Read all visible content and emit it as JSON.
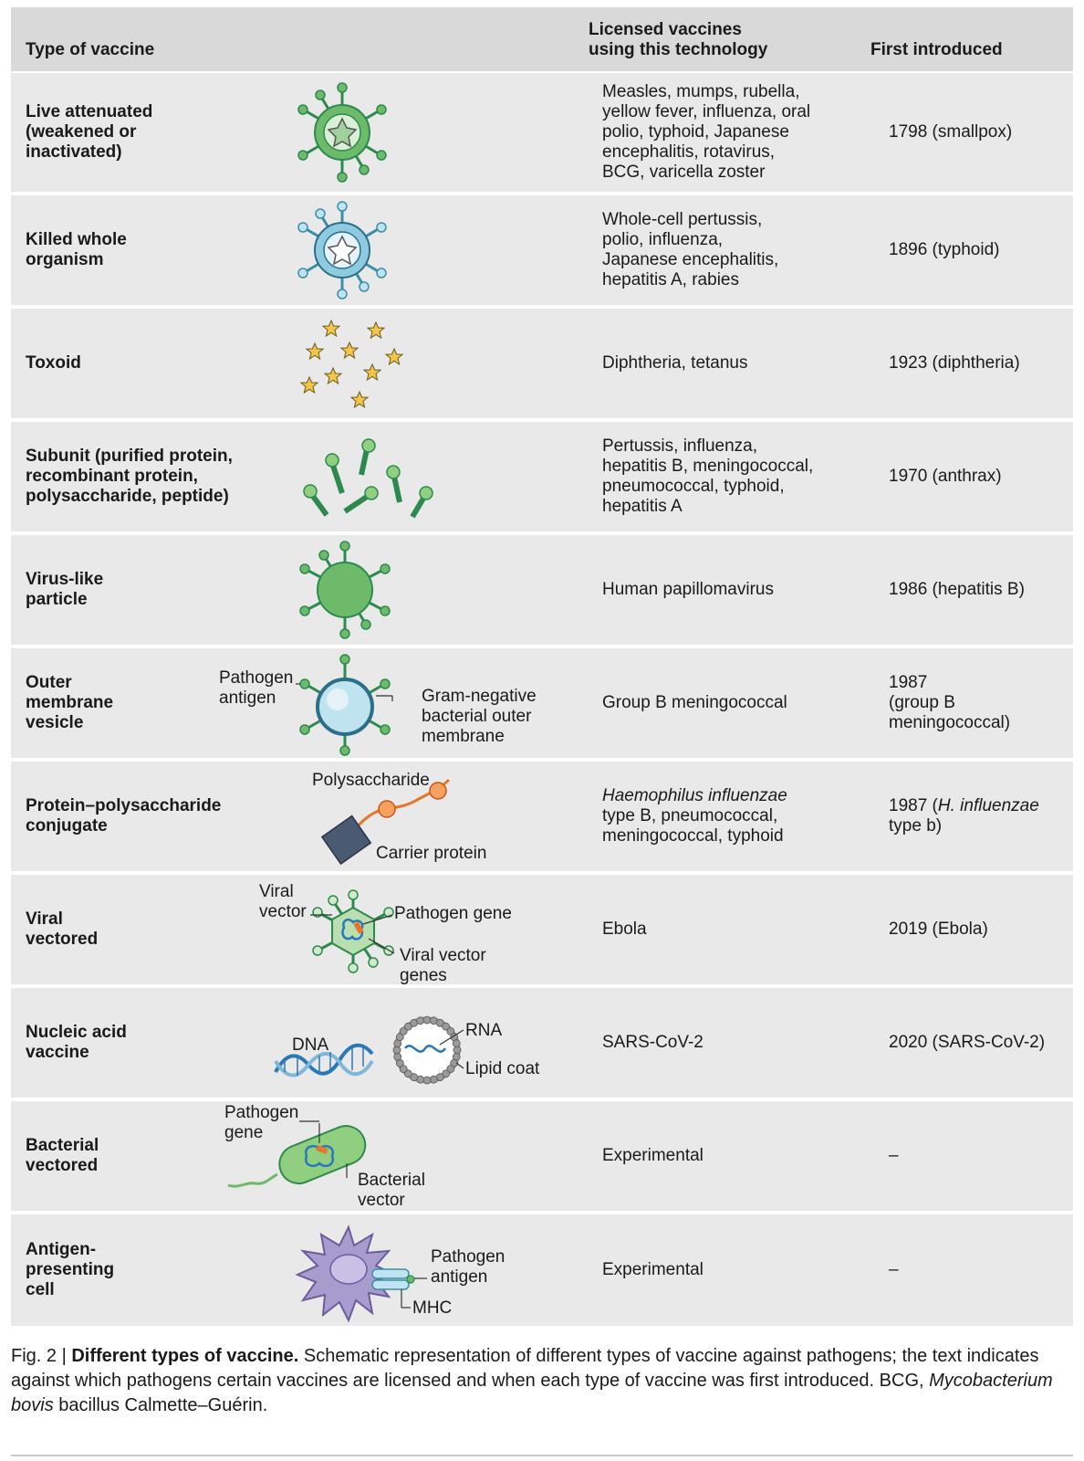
{
  "header": {
    "col_type": "Type of vaccine",
    "col_licensed": "Licensed vaccines\nusing this technology",
    "col_first": "First introduced"
  },
  "rows": [
    {
      "type": "Live attenuated\n(weakened or\ninactivated)",
      "licensed": "Measles, mumps, rubella,\nyellow fever, influenza, oral\npolio, typhoid, Japanese\nencephalitis, rotavirus,\nBCG, varicella zoster",
      "first": "1798 (smallpox)"
    },
    {
      "type": "Killed whole\norganism",
      "licensed": "Whole-cell pertussis,\npolio, influenza,\nJapanese encephalitis,\nhepatitis A, rabies",
      "first": "1896 (typhoid)"
    },
    {
      "type": "Toxoid",
      "licensed": "Diphtheria, tetanus",
      "first": "1923 (diphtheria)"
    },
    {
      "type": "Subunit (purified protein,\nrecombinant protein,\npolysaccharide, peptide)",
      "licensed": "Pertussis, influenza,\nhepatitis B, meningococcal,\npneumococcal, typhoid,\nhepatitis A",
      "first": "1970 (anthrax)"
    },
    {
      "type": "Virus-like\nparticle",
      "licensed": "Human papillomavirus",
      "first": "1986 (hepatitis B)"
    },
    {
      "type": "Outer\nmembrane\nvesicle",
      "licensed": "Group B meningococcal",
      "first": "1987\n(group B\nmeningococcal)"
    },
    {
      "type": "Protein–polysaccharide\nconjugate",
      "licensed_italic": "Haemophilus influenzae",
      "licensed": "type B, pneumococcal,\nmeningococcal, typhoid",
      "first_pre": "1987 (",
      "first_italic": "H. influenzae",
      "first_post": "\ntype b)"
    },
    {
      "type": "Viral\nvectored",
      "licensed": "Ebola",
      "first": "2019 (Ebola)"
    },
    {
      "type": "Nucleic acid\nvaccine",
      "licensed": "SARS-CoV-2",
      "first": "2020 (SARS-CoV-2)"
    },
    {
      "type": "Bacterial\nvectored",
      "licensed": "Experimental",
      "first": "–"
    },
    {
      "type": "Antigen-\npresenting\ncell",
      "licensed": "Experimental",
      "first": "–"
    }
  ],
  "figure_labels": {
    "omv_pathogen_antigen": "Pathogen\nantigen",
    "omv_membrane": "Gram-negative\nbacterial outer\nmembrane",
    "conj_polysaccharide": "Polysaccharide",
    "conj_carrier": "Carrier protein",
    "viral_vector": "Viral\nvector",
    "viral_pathogen_gene": "Pathogen gene",
    "viral_vector_genes": "Viral vector\ngenes",
    "na_dna": "DNA",
    "na_rna": "RNA",
    "na_lipid": "Lipid coat",
    "bact_pathogen_gene": "Pathogen\ngene",
    "bact_vector": "Bacterial\nvector",
    "apc_pathogen_antigen": "Pathogen\nantigen",
    "apc_mhc": "MHC"
  },
  "caption": {
    "prefix": "Fig. 2 | ",
    "title": "Different types of vaccine.",
    "text1": " Schematic representation of different types of vaccine against pathogens; the text indicates against which pathogens certain vaccines are licensed and when each type of vaccine was first introduced. BCG, ",
    "italic": "Mycobacterium bovis",
    "text2": " bacillus Calmette–Guérin."
  },
  "colors": {
    "header_bg": "#d9d9d9",
    "row_bg": "#e9e9e9",
    "green": "#6dbb6a",
    "dark_green": "#2d8a4e",
    "teal": "#3a8fa8",
    "light_blue": "#bfe3ef",
    "star": "#f2c54b",
    "orange": "#e8752a",
    "purple": "#a89ccf"
  }
}
